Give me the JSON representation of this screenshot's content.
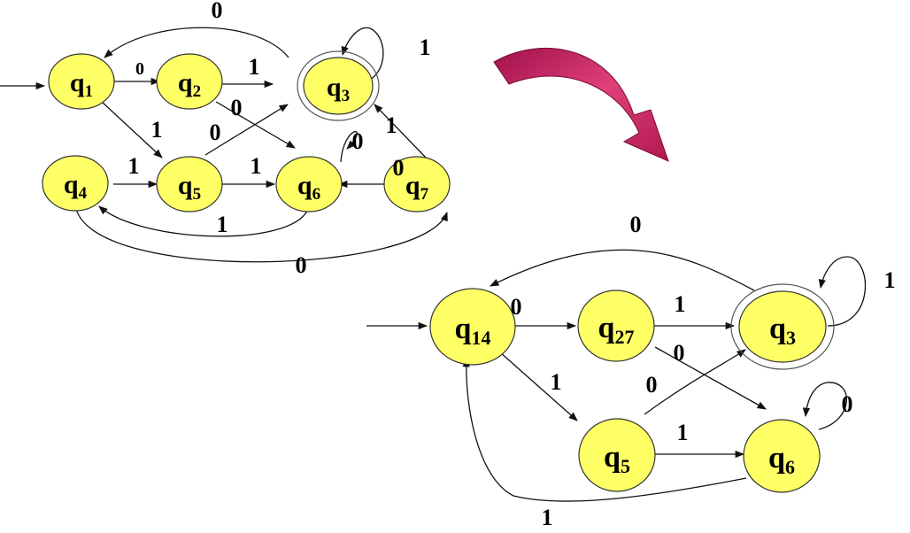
{
  "original_dfa": {
    "states": [
      {
        "name": "q",
        "sub": "1"
      },
      {
        "name": "q",
        "sub": "2"
      },
      {
        "name": "q",
        "sub": "3"
      },
      {
        "name": "q",
        "sub": "4"
      },
      {
        "name": "q",
        "sub": "5"
      },
      {
        "name": "q",
        "sub": "6"
      },
      {
        "name": "q",
        "sub": "7"
      }
    ],
    "edge_labels": [
      "0",
      "1",
      "0",
      "1",
      "0",
      "1",
      "0",
      "0",
      "1",
      "1",
      "0",
      "1",
      "1",
      "0"
    ]
  },
  "minimized_dfa": {
    "states": [
      {
        "name": "q",
        "sub": "14"
      },
      {
        "name": "q",
        "sub": "27"
      },
      {
        "name": "q",
        "sub": "3"
      },
      {
        "name": "q",
        "sub": "5"
      },
      {
        "name": "q",
        "sub": "6"
      }
    ],
    "edge_labels": [
      "0",
      "1",
      "0",
      "1",
      "0",
      "1",
      "0",
      "0",
      "1",
      "1"
    ]
  },
  "colors": {
    "state_fill": "#ffff66",
    "arrow": "#d6336c"
  }
}
